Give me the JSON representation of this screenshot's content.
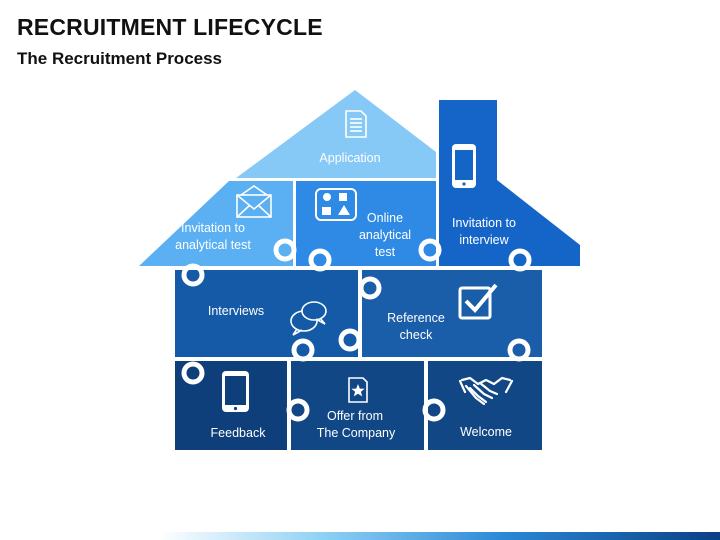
{
  "header": {
    "title": "RECRUITMENT LIFECYCLE",
    "subtitle": "The Recruitment Process"
  },
  "pieces": {
    "application": {
      "label": "Application",
      "icon": "document-icon",
      "color": "#86c9f7"
    },
    "invitation_analytical": {
      "line1": "Invitation to",
      "line2": "analytical test",
      "icon": "envelope-icon",
      "color": "#5ab0f2"
    },
    "online_analytical": {
      "line1": "Online",
      "line2": "analytical",
      "line3": "test",
      "icon": "shapes-icon",
      "color": "#2e8ae5"
    },
    "invitation_interview": {
      "line1": "Invitation to",
      "line2": "interview",
      "icon": "smartphone-icon",
      "color": "#1565c8"
    },
    "interviews": {
      "label": "Interviews",
      "icon": "speech-bubbles-icon",
      "color": "#145aa6"
    },
    "reference_check": {
      "line1": "Reference",
      "line2": "check",
      "icon": "checkbox-icon",
      "color": "#1a5da8"
    },
    "feedback": {
      "label": "Feedback",
      "icon": "smartphone-icon",
      "color": "#0f3f7a"
    },
    "offer": {
      "line1": "Offer from",
      "line2": "The Company",
      "icon": "offer-letter-icon",
      "color": "#124786"
    },
    "welcome": {
      "label": "Welcome",
      "icon": "handshake-icon",
      "color": "#124786"
    }
  }
}
